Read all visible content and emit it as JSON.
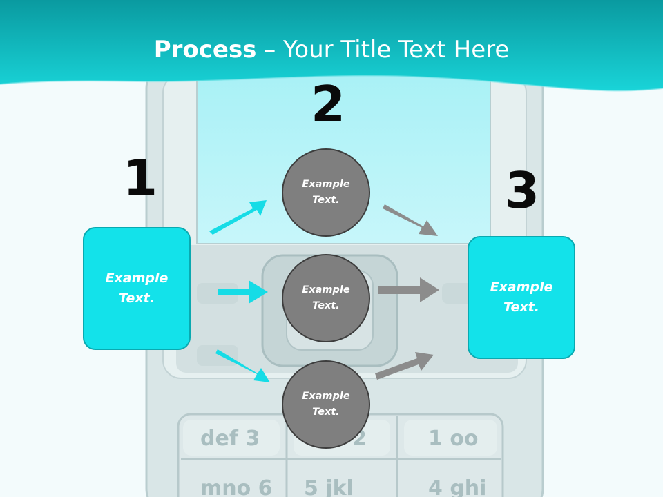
{
  "slide": {
    "title_bold": "Process",
    "title_rest": " – Your Title Text Here",
    "steps": [
      "1",
      "2",
      "3"
    ],
    "left_box": "Example Text.",
    "right_box": "Example Text.",
    "circles": [
      "Example Text.",
      "Example Text.",
      "Example Text."
    ],
    "keypad": {
      "key_1": "1 oo",
      "key_2": "2",
      "key_3": "def 3",
      "key_4": "4 ghi",
      "key_5": "5 jkl",
      "key_6": "mno 6"
    }
  },
  "colors": {
    "banner": "#12c9cf",
    "box_fill": "#13e2ea",
    "circle_fill": "#7f7f7f",
    "cyan_arrow": "#16dce6",
    "gray_arrow": "#8c8c8c"
  }
}
